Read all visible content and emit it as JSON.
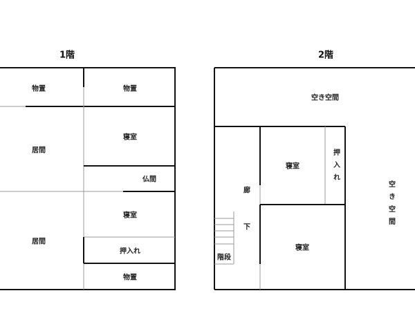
{
  "floor1": {
    "title": "1階",
    "rooms": {
      "storage_top_left": "物置",
      "storage_top_right": "物置",
      "living_upper": "居間",
      "bedroom_upper": "寝室",
      "buddhist_room": "仏間",
      "living_lower": "居間",
      "bedroom_lower": "寝室",
      "closet": "押入れ",
      "storage_bottom": "物置"
    }
  },
  "floor2": {
    "title": "2階",
    "rooms": {
      "empty_space_top": "空き空間",
      "corridor_1": "廊",
      "corridor_2": "下",
      "stairs": "階段",
      "bedroom_upper": "寝室",
      "closet": "押入れ",
      "bedroom_lower": "寝室",
      "empty_space_right": "空き空間"
    }
  }
}
